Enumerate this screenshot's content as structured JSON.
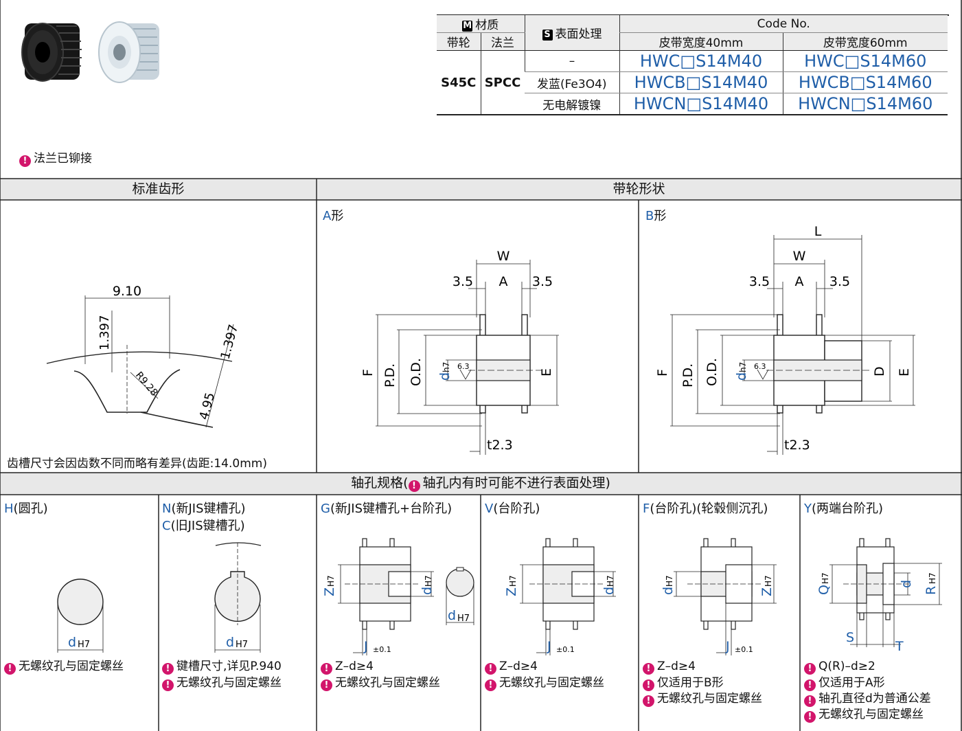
{
  "table": {
    "material_label": "材质",
    "material_badge": "M",
    "surface_label": "表面处理",
    "surface_badge": "S",
    "code_label": "Code No.",
    "pulley_col": "带轮",
    "flange_col": "法兰",
    "width40": "皮带宽度40mm",
    "width60": "皮带宽度60mm",
    "pulley_material": "S45C",
    "flange_material": "SPCC",
    "rows": [
      {
        "surface": "–",
        "code40": "HWC□S14M40",
        "code60": "HWC□S14M60"
      },
      {
        "surface": "发蓝(Fe3O4)",
        "code40": "HWCB□S14M40",
        "code60": "HWCB□S14M60"
      },
      {
        "surface": "无电解镀镍",
        "code40": "HWCN□S14M40",
        "code60": "HWCN□S14M60"
      }
    ]
  },
  "flange_note": "法兰已铆接",
  "sections": {
    "tooth": "标准齿形",
    "shape": "带轮形状",
    "bore": "轴孔规格(",
    "bore_note": "轴孔内有时可能不进行表面处理)"
  },
  "tooth": {
    "dim_pitch": "9.10",
    "dim_h1": "1.397",
    "dim_h2": "1.397",
    "dim_r": "R9.28",
    "dim_d": "4.95",
    "caption": "齿槽尺寸会因齿数不同而略有差异(齿距:14.0mm)"
  },
  "shapeA": {
    "title_letter": "A",
    "title_suffix": "形",
    "W": "W",
    "A": "A",
    "left": "3.5",
    "right": "3.5",
    "F": "F",
    "PD": "P.D.",
    "OD": "O.D.",
    "d": "d",
    "h7": "h7",
    "rough": "6.3",
    "E": "E",
    "t": "t2.3"
  },
  "shapeB": {
    "title_letter": "B",
    "title_suffix": "形",
    "L": "L",
    "W": "W",
    "A": "A",
    "left": "3.5",
    "right": "3.5",
    "F": "F",
    "PD": "P.D.",
    "OD": "O.D.",
    "d": "d",
    "h7": "h7",
    "rough": "6.3",
    "D": "D",
    "E": "E",
    "t": "t2.3"
  },
  "bores": [
    {
      "code": "H",
      "title": "(圆孔)",
      "notes": [
        "无螺纹孔与固定螺丝"
      ]
    },
    {
      "code": "N",
      "title": "(新JIS键槽孔)",
      "code2": "C",
      "title2": "(旧JIS键槽孔)",
      "notes": [
        "键槽尺寸,详见P.940",
        "无螺纹孔与固定螺丝"
      ]
    },
    {
      "code": "G",
      "title": "(新JIS键槽孔+台阶孔)",
      "notes": [
        "Z–d≥4",
        "无螺纹孔与固定螺丝"
      ]
    },
    {
      "code": "V",
      "title": "(台阶孔)",
      "notes": [
        "Z–d≥4",
        "无螺纹孔与固定螺丝"
      ]
    },
    {
      "code": "F",
      "title": "(台阶孔)(轮毂侧沉孔)",
      "notes": [
        "Z–d≥4",
        "仅适用于B形",
        "无螺纹孔与固定螺丝"
      ]
    },
    {
      "code": "Y",
      "title": "(两端台阶孔)",
      "notes": [
        "Q(R)–d≥2",
        "仅适用于A形",
        "轴孔直径d为普通公差",
        "无螺纹孔与固定螺丝"
      ]
    }
  ],
  "bore_labels": {
    "dH7": "d",
    "H7": "H7",
    "Z": "Z",
    "J": "J",
    "tol": "±0.1",
    "Q": "Q",
    "R": "R",
    "S": "S",
    "T": "T",
    "d": "d"
  }
}
